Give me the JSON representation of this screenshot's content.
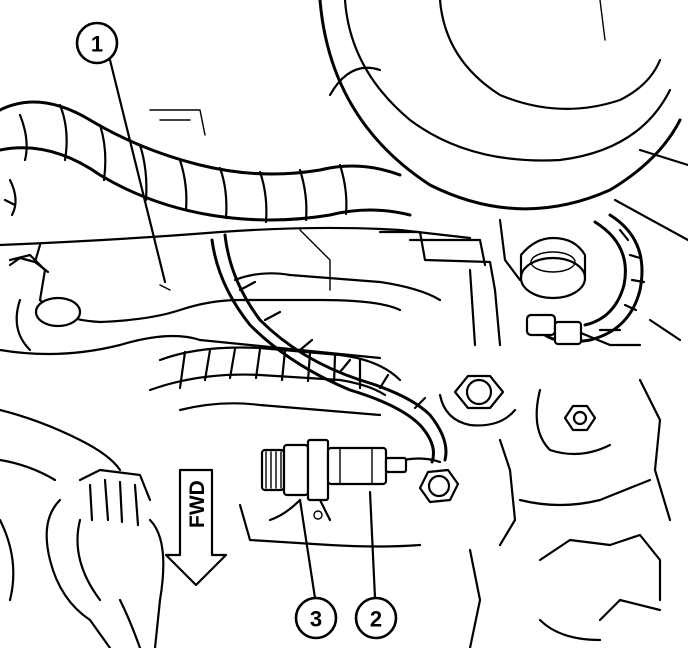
{
  "diagram": {
    "direction_label": "FWD",
    "callouts": [
      {
        "id": "callout-1",
        "label": "1"
      },
      {
        "id": "callout-2",
        "label": "2"
      },
      {
        "id": "callout-3",
        "label": "3"
      }
    ]
  }
}
